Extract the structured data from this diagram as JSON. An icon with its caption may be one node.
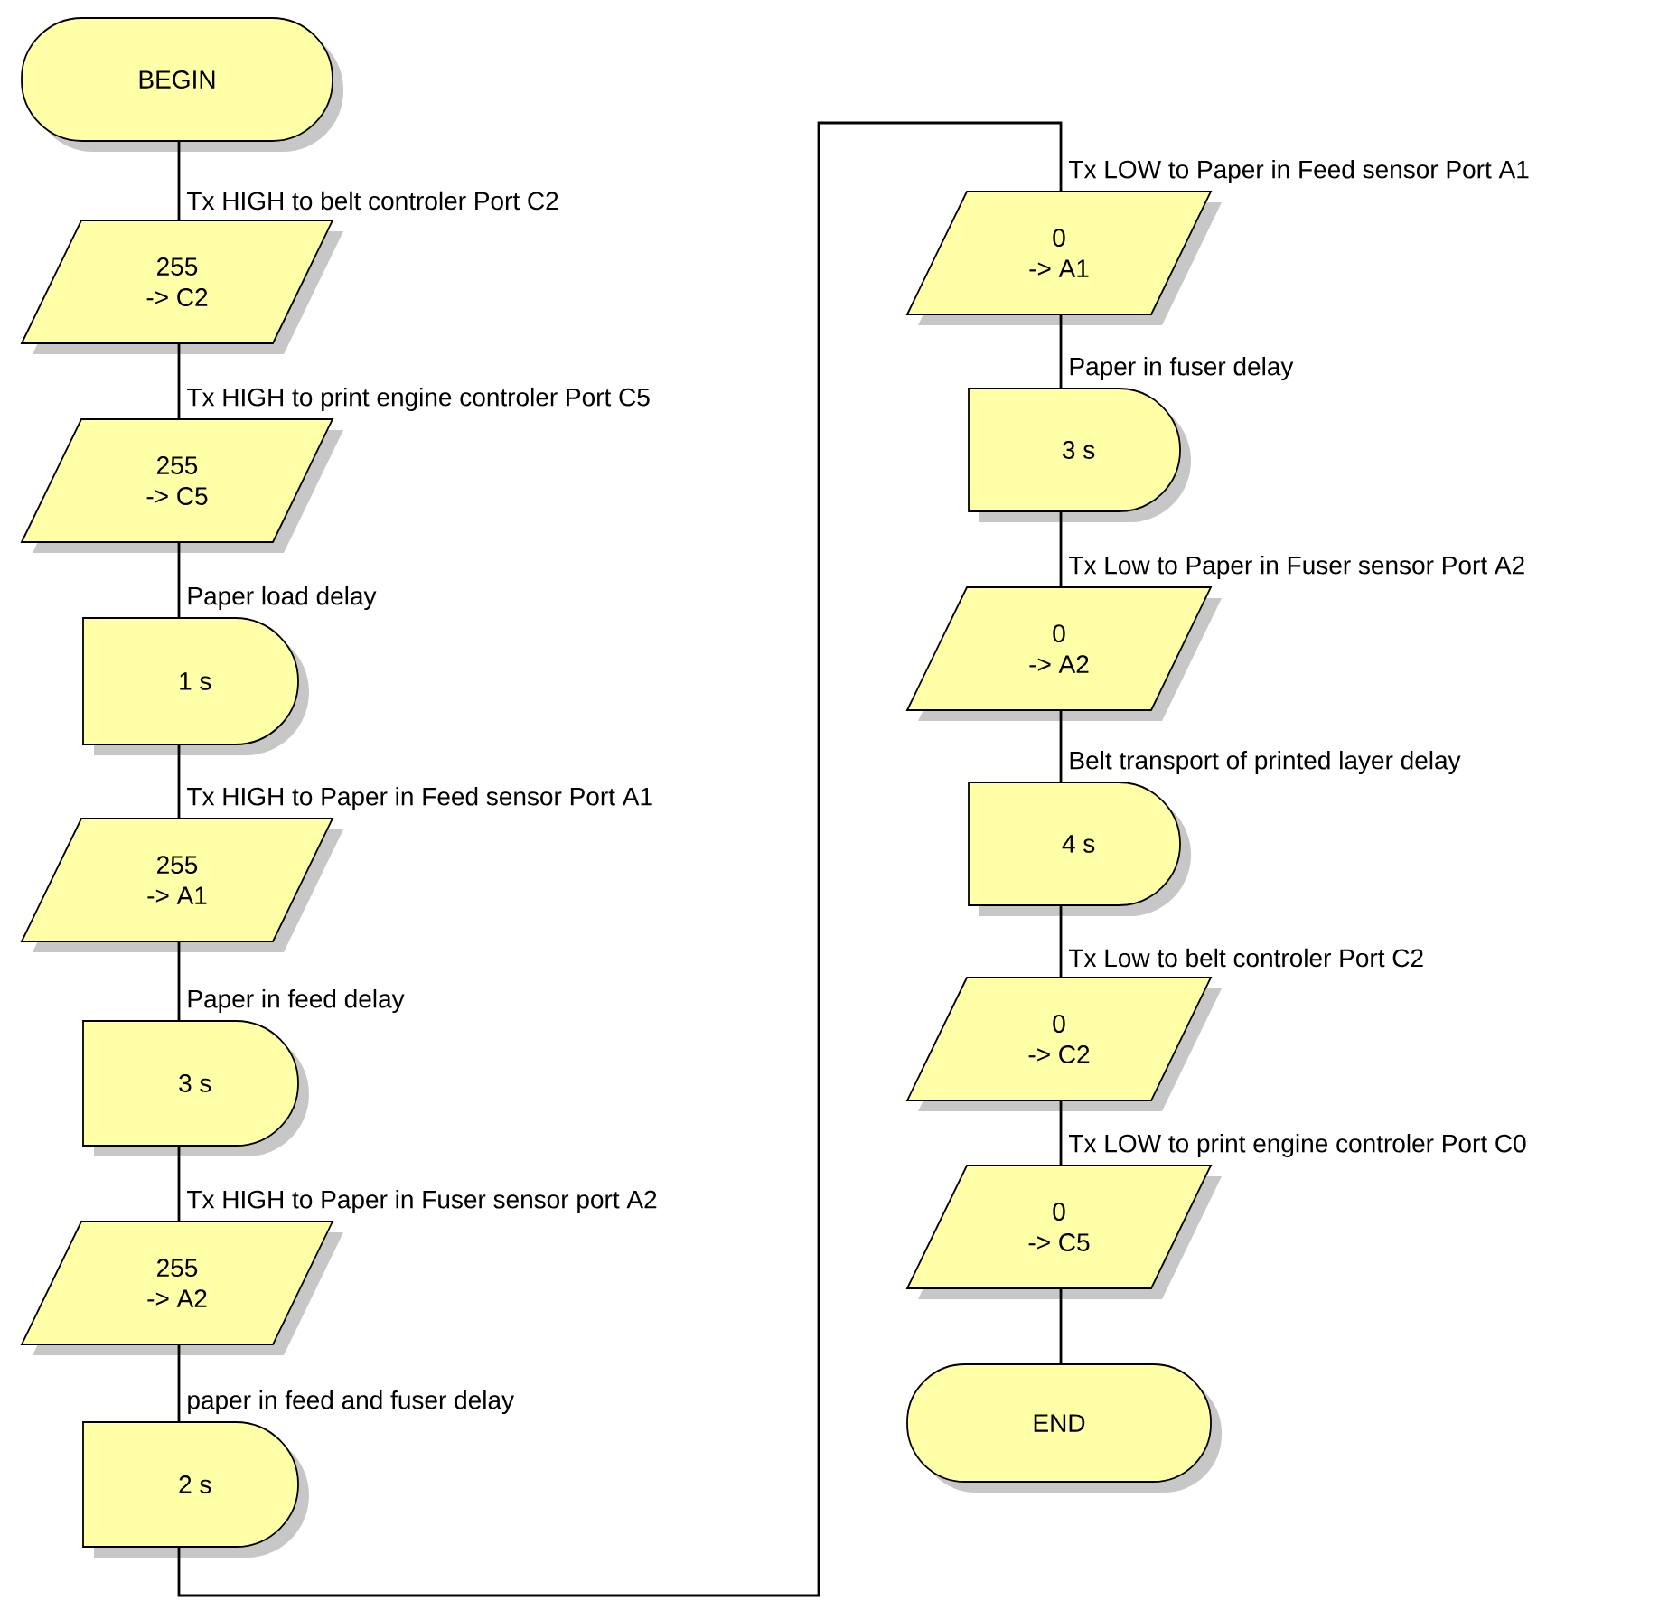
{
  "diagram": {
    "nodes": [
      {
        "text": [
          "BEGIN"
        ]
      },
      {
        "text": [
          "255",
          "-> C2"
        ]
      },
      {
        "text": [
          "255",
          "-> C5"
        ]
      },
      {
        "text": [
          "1 s"
        ]
      },
      {
        "text": [
          "255",
          "-> A1"
        ]
      },
      {
        "text": [
          "3 s"
        ]
      },
      {
        "text": [
          "255",
          "-> A2"
        ]
      },
      {
        "text": [
          "2 s"
        ]
      },
      {
        "text": [
          "0",
          "-> A1"
        ]
      },
      {
        "text": [
          "3 s"
        ]
      },
      {
        "text": [
          "0",
          "-> A2"
        ]
      },
      {
        "text": [
          "4 s"
        ]
      },
      {
        "text": [
          "0",
          "-> C2"
        ]
      },
      {
        "text": [
          "0",
          "-> C5"
        ]
      },
      {
        "text": [
          "END"
        ]
      }
    ],
    "edges": [
      {
        "from": 0,
        "to": 1,
        "arrow": "none",
        "label": "Tx HIGH to belt controler Port C2"
      },
      {
        "from": 1,
        "to": 2,
        "arrow": "none",
        "label": "Tx HIGH to print engine controler Port C5"
      },
      {
        "from": 2,
        "to": 3,
        "arrow": "none",
        "label": "Paper load delay"
      },
      {
        "from": 3,
        "to": 4,
        "arrow": "none",
        "label": "Tx HIGH to Paper in Feed sensor Port A1"
      },
      {
        "from": 4,
        "to": 5,
        "arrow": "none",
        "label": "Paper in feed delay"
      },
      {
        "from": 5,
        "to": 6,
        "arrow": "none",
        "label": "Tx HIGH to Paper in Fuser sensor port A2"
      },
      {
        "from": 6,
        "to": 7,
        "arrow": "none",
        "label": "paper in feed and fuser delay"
      },
      {
        "from": 7,
        "to": 8,
        "arrow": "none",
        "label": "Tx LOW to Paper in Feed sensor Port A1"
      },
      {
        "from": 8,
        "to": 9,
        "arrow": "none",
        "label": "Paper in fuser delay"
      },
      {
        "from": 9,
        "to": 10,
        "arrow": "none",
        "label": "Tx Low to Paper in Fuser sensor Port A2"
      },
      {
        "from": 10,
        "to": 11,
        "arrow": "none",
        "label": "Belt transport of printed layer delay"
      },
      {
        "from": 11,
        "to": 12,
        "arrow": "none",
        "label": "Tx Low to belt controler Port C2"
      },
      {
        "from": 12,
        "to": 13,
        "arrow": "none",
        "label": "Tx LOW to print engine controler Port C0"
      },
      {
        "from": 13,
        "to": 14,
        "arrow": "none"
      }
    ]
  }
}
